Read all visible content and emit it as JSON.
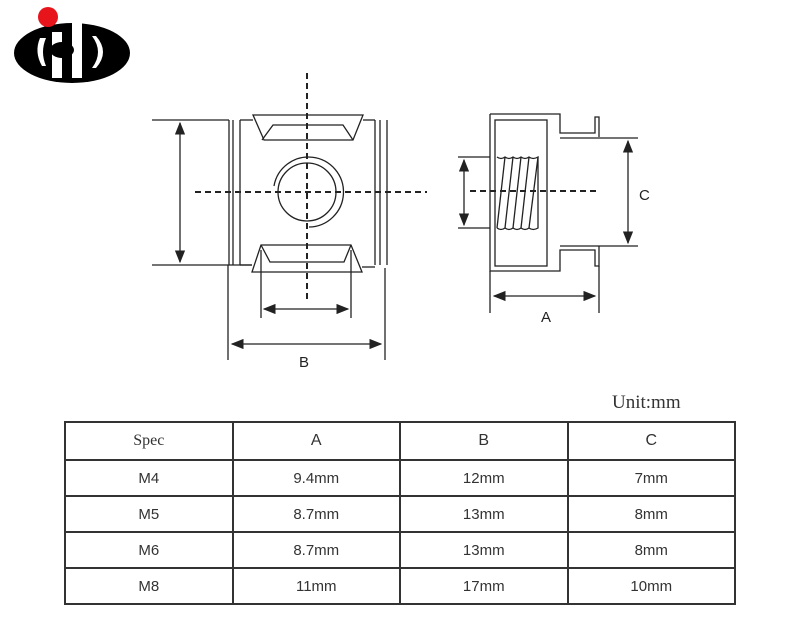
{
  "logo": {
    "text": "HD",
    "dot_color": "#e8141c",
    "ink_color": "#000000"
  },
  "drawing": {
    "front_view_label": "B",
    "side_view_labels": {
      "a": "A",
      "c": "C"
    }
  },
  "unit_label": "Unit:mm",
  "table": {
    "headers": [
      "Spec",
      "A",
      "B",
      "C"
    ],
    "rows": [
      [
        "M4",
        "9.4mm",
        "12mm",
        "7mm"
      ],
      [
        "M5",
        "8.7mm",
        "13mm",
        "8mm"
      ],
      [
        "M6",
        "8.7mm",
        "13mm",
        "8mm"
      ],
      [
        "M8",
        "11mm",
        "17mm",
        "10mm"
      ]
    ]
  }
}
